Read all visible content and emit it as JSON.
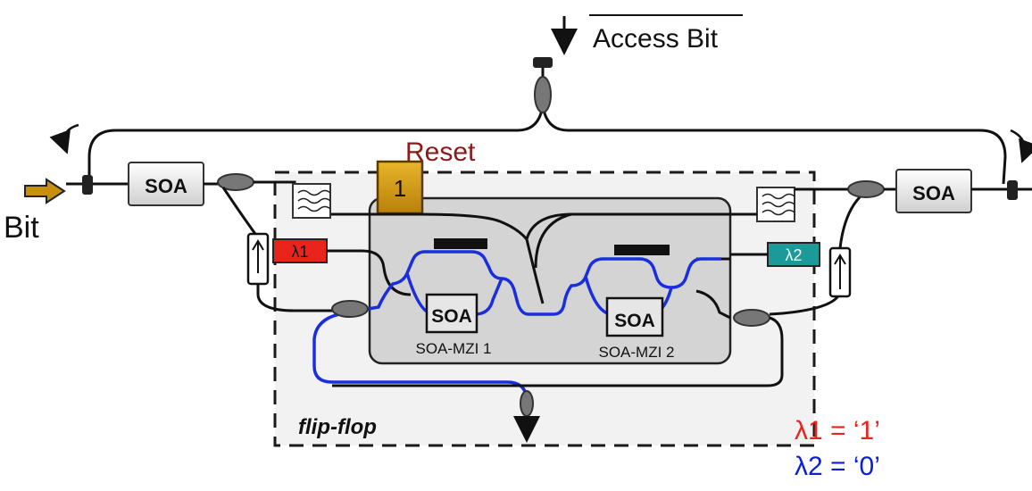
{
  "labels": {
    "access_bit": "Access Bit",
    "reset": "Reset",
    "reset_value": "1",
    "bit": "Bit",
    "soa_left": "SOA",
    "soa_right": "SOA",
    "soa_inner_1": "SOA",
    "soa_inner_2": "SOA",
    "mzi_1": "SOA-MZI 1",
    "mzi_2": "SOA-MZI 2",
    "lambda1_tag": "λ1",
    "lambda2_tag": "λ2",
    "flip_flop": "flip-flop",
    "legend_lambda1": "λ1 = ‘1’",
    "legend_lambda2": "λ2 = ‘0’"
  },
  "colors": {
    "lambda1": "#e8241c",
    "lambda2": "#0b1fd6",
    "blue_path": "#1a2ee0",
    "reset_text": "#8b1a1a",
    "reset_box": "#d49a0a",
    "lambda2_box": "#1c9a9a",
    "bit_arrow": "#c8900a"
  },
  "icons": {
    "filter_left": "bandpass-filter-icon",
    "filter_right": "bandpass-filter-icon",
    "isolator_left": "isolator-icon",
    "isolator_right": "isolator-icon"
  }
}
